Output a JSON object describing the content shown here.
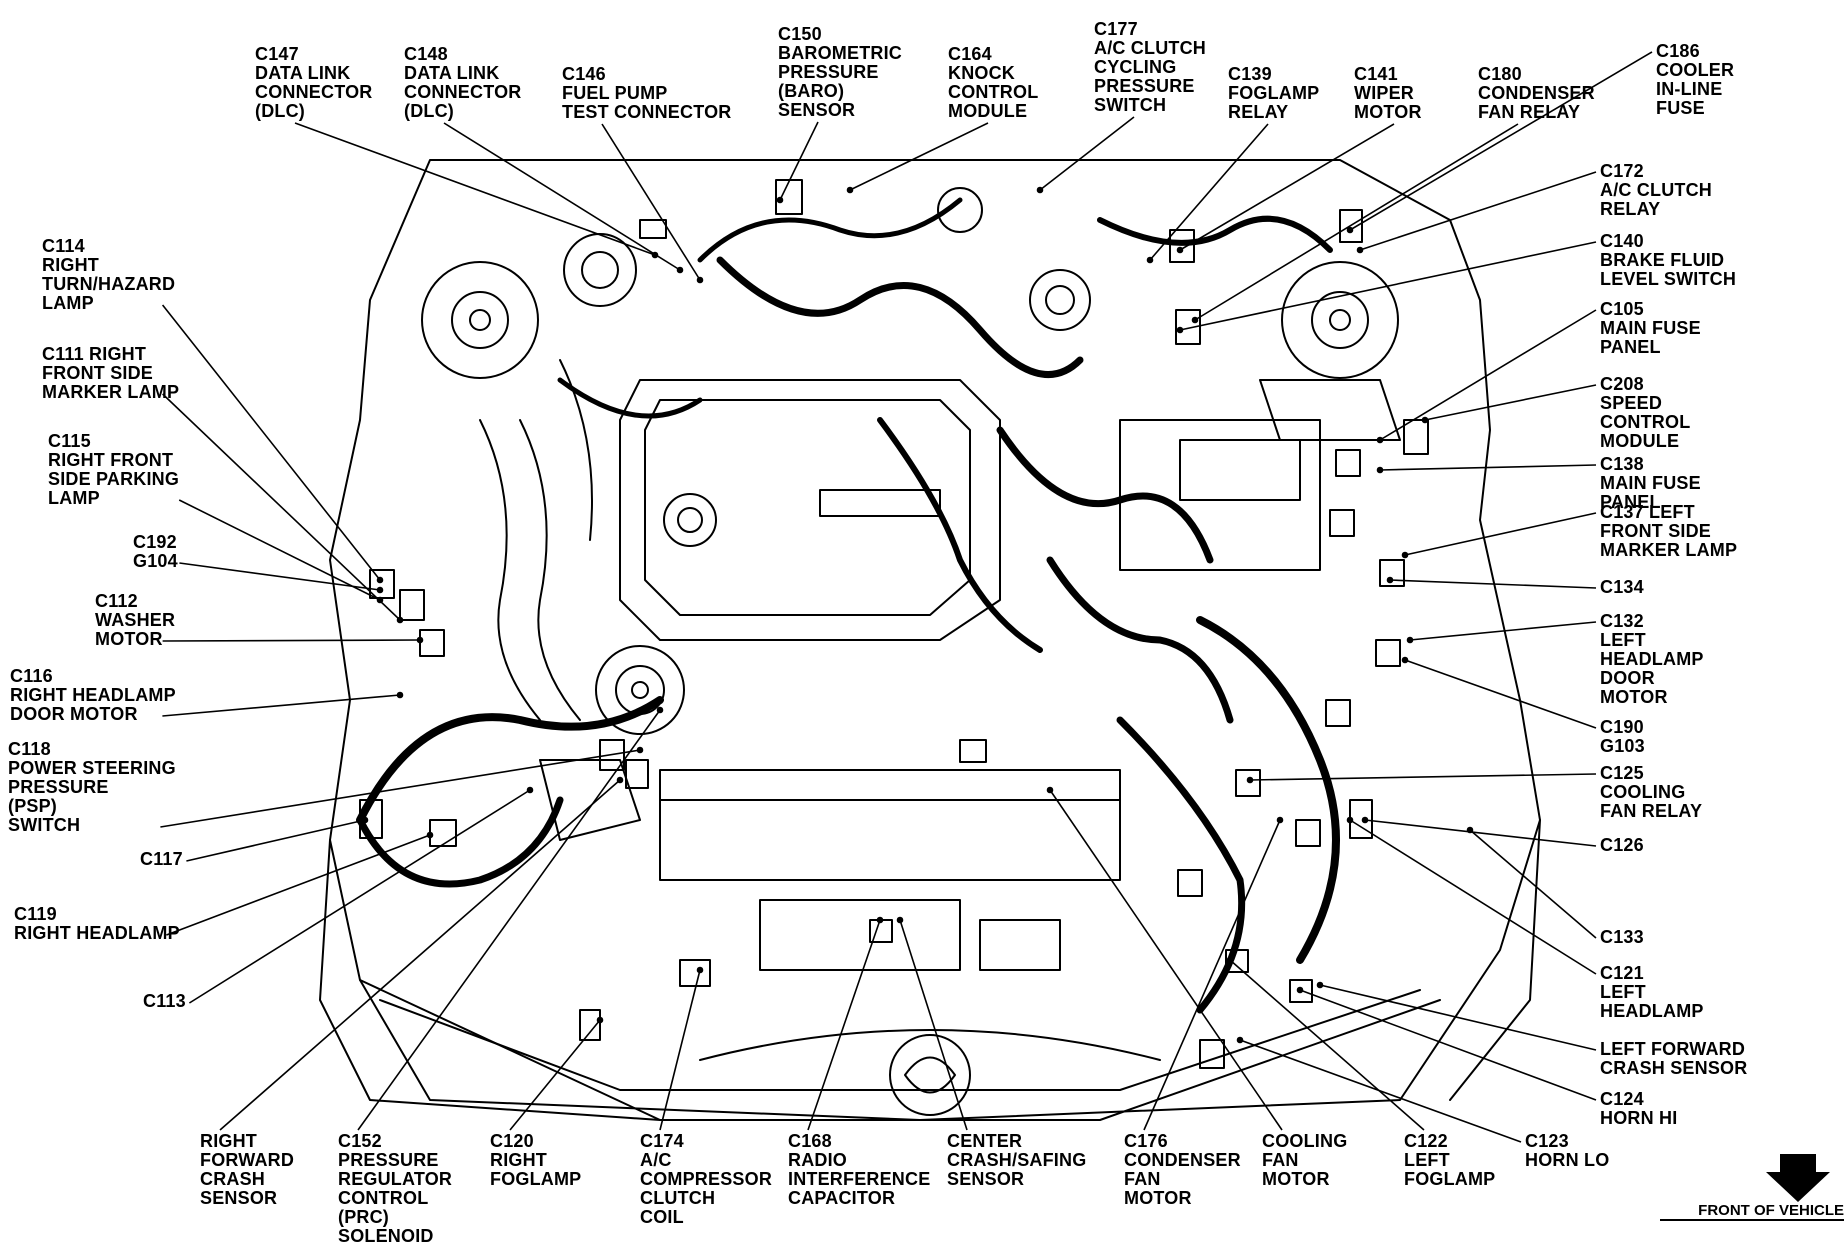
{
  "diagram": {
    "callouts": [
      {
        "id": "c147",
        "lines": [
          "C147",
          "DATA LINK",
          "CONNECTOR",
          "(DLC)"
        ]
      },
      {
        "id": "c148",
        "lines": [
          "C148",
          "DATA LINK",
          "CONNECTOR",
          "(DLC)"
        ]
      },
      {
        "id": "c146",
        "lines": [
          "C146",
          "FUEL PUMP",
          "TEST CONNECTOR"
        ]
      },
      {
        "id": "c150",
        "lines": [
          "C150",
          "BAROMETRIC",
          "PRESSURE",
          "(BARO)",
          "SENSOR"
        ]
      },
      {
        "id": "c164",
        "lines": [
          "C164",
          "KNOCK",
          "CONTROL",
          "MODULE"
        ]
      },
      {
        "id": "c177",
        "lines": [
          "C177",
          "A/C CLUTCH",
          "CYCLING",
          "PRESSURE",
          "SWITCH"
        ]
      },
      {
        "id": "c139",
        "lines": [
          "C139",
          "FOGLAMP",
          "RELAY"
        ]
      },
      {
        "id": "c141",
        "lines": [
          "C141",
          "WIPER",
          "MOTOR"
        ]
      },
      {
        "id": "c180",
        "lines": [
          "C180",
          "CONDENSER",
          "FAN RELAY"
        ]
      },
      {
        "id": "c186",
        "lines": [
          "C186",
          "COOLER",
          "IN-LINE",
          "FUSE"
        ]
      },
      {
        "id": "c172",
        "lines": [
          "C172",
          "A/C CLUTCH",
          "RELAY"
        ]
      },
      {
        "id": "c140",
        "lines": [
          "C140",
          "BRAKE FLUID",
          "LEVEL SWITCH"
        ]
      },
      {
        "id": "c105",
        "lines": [
          "C105",
          "MAIN FUSE",
          "PANEL"
        ]
      },
      {
        "id": "c208",
        "lines": [
          "C208",
          "SPEED",
          "CONTROL",
          "MODULE"
        ]
      },
      {
        "id": "c138",
        "lines": [
          "C138",
          "MAIN FUSE",
          "PANEL"
        ]
      },
      {
        "id": "c137",
        "lines": [
          "C137 LEFT",
          "FRONT SIDE",
          "MARKER LAMP"
        ]
      },
      {
        "id": "c134",
        "lines": [
          "C134"
        ]
      },
      {
        "id": "c132",
        "lines": [
          "C132",
          "LEFT",
          "HEADLAMP",
          "DOOR",
          "MOTOR"
        ]
      },
      {
        "id": "c190",
        "lines": [
          "C190",
          "G103"
        ]
      },
      {
        "id": "c125",
        "lines": [
          "C125",
          "COOLING",
          "FAN RELAY"
        ]
      },
      {
        "id": "c126",
        "lines": [
          "C126"
        ]
      },
      {
        "id": "c133",
        "lines": [
          "C133"
        ]
      },
      {
        "id": "c121",
        "lines": [
          "C121",
          "LEFT",
          "HEADLAMP"
        ]
      },
      {
        "id": "lfcs",
        "lines": [
          "LEFT FORWARD",
          "CRASH SENSOR"
        ]
      },
      {
        "id": "c124",
        "lines": [
          "C124",
          "HORN HI"
        ]
      },
      {
        "id": "c123",
        "lines": [
          "C123",
          "HORN LO"
        ]
      },
      {
        "id": "c122",
        "lines": [
          "C122",
          "LEFT",
          "FOGLAMP"
        ]
      },
      {
        "id": "cfm",
        "lines": [
          "COOLING",
          "FAN",
          "MOTOR"
        ]
      },
      {
        "id": "c176",
        "lines": [
          "C176",
          "CONDENSER",
          "FAN",
          "MOTOR"
        ]
      },
      {
        "id": "ccs",
        "lines": [
          "CENTER",
          "CRASH/SAFING",
          "SENSOR"
        ]
      },
      {
        "id": "c168",
        "lines": [
          "C168",
          "RADIO",
          "INTERFERENCE",
          "CAPACITOR"
        ]
      },
      {
        "id": "c174",
        "lines": [
          "C174",
          "A/C",
          "COMPRESSOR",
          "CLUTCH",
          "COIL"
        ]
      },
      {
        "id": "c120",
        "lines": [
          "C120",
          "RIGHT",
          "FOGLAMP"
        ]
      },
      {
        "id": "c152",
        "lines": [
          "C152",
          "PRESSURE",
          "REGULATOR",
          "CONTROL",
          "(PRC)",
          "SOLENOID"
        ]
      },
      {
        "id": "rfcs",
        "lines": [
          "RIGHT",
          "FORWARD",
          "CRASH",
          "SENSOR"
        ]
      },
      {
        "id": "c113",
        "lines": [
          "C113"
        ]
      },
      {
        "id": "c119",
        "lines": [
          "C119",
          "RIGHT HEADLAMP"
        ]
      },
      {
        "id": "c117",
        "lines": [
          "C117"
        ]
      },
      {
        "id": "c118",
        "lines": [
          "C118",
          "POWER STEERING",
          "PRESSURE",
          "(PSP)",
          "SWITCH"
        ]
      },
      {
        "id": "c116",
        "lines": [
          "C116",
          "RIGHT HEADLAMP",
          "DOOR MOTOR"
        ]
      },
      {
        "id": "c112",
        "lines": [
          "C112",
          "WASHER",
          "MOTOR"
        ]
      },
      {
        "id": "c192",
        "lines": [
          "C192",
          "G104"
        ]
      },
      {
        "id": "c115",
        "lines": [
          "C115",
          "RIGHT FRONT",
          "SIDE PARKING",
          "LAMP"
        ]
      },
      {
        "id": "c111",
        "lines": [
          "C111 RIGHT",
          "FRONT SIDE",
          "MARKER LAMP"
        ]
      },
      {
        "id": "c114",
        "lines": [
          "C114",
          "RIGHT",
          "TURN/HAZARD",
          "LAMP"
        ]
      }
    ],
    "front_label": "FRONT OF VEHICLE"
  }
}
